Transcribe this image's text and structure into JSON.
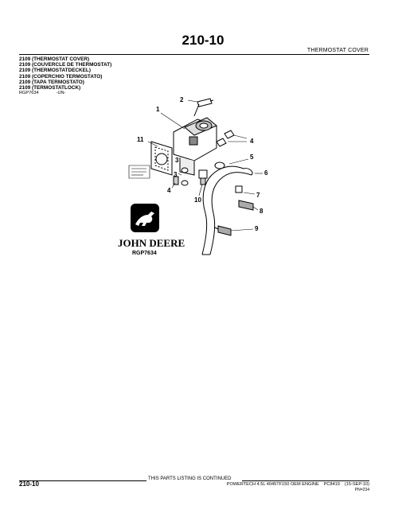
{
  "header": {
    "page_number": "210-10",
    "section_title": "THERMOSTAT COVER"
  },
  "caption": {
    "lines": [
      "2109 (THERMOSTAT COVER)",
      "2109 (COUVERCLE DE THERMOSTAT)",
      "2109 (THERMOSTATDECKEL)",
      "2109 (COPERCHIO TERMOSTATO)",
      "2109 (TAPA TERMOSTATO)",
      "2109 (TERMOSTATLOCK)"
    ],
    "figure_ref": "RGP7634",
    "serial": "-UN-"
  },
  "figure": {
    "callouts": [
      "1",
      "2",
      "3",
      "4",
      "5",
      "6",
      "7",
      "8",
      "9",
      "10",
      "11",
      "3",
      "4"
    ],
    "logo_text": "JOHN DEERE",
    "figure_id": "RGP7634"
  },
  "footer": {
    "continued": "THIS PARTS LISTING IS CONTINUED",
    "page_number": "210-10",
    "engine": "POWERTECH 4.5L 4045TF150 OEM ENGINE",
    "catalog": "PC8419",
    "date": "(15-SEP-10)",
    "code": "PN=234"
  }
}
